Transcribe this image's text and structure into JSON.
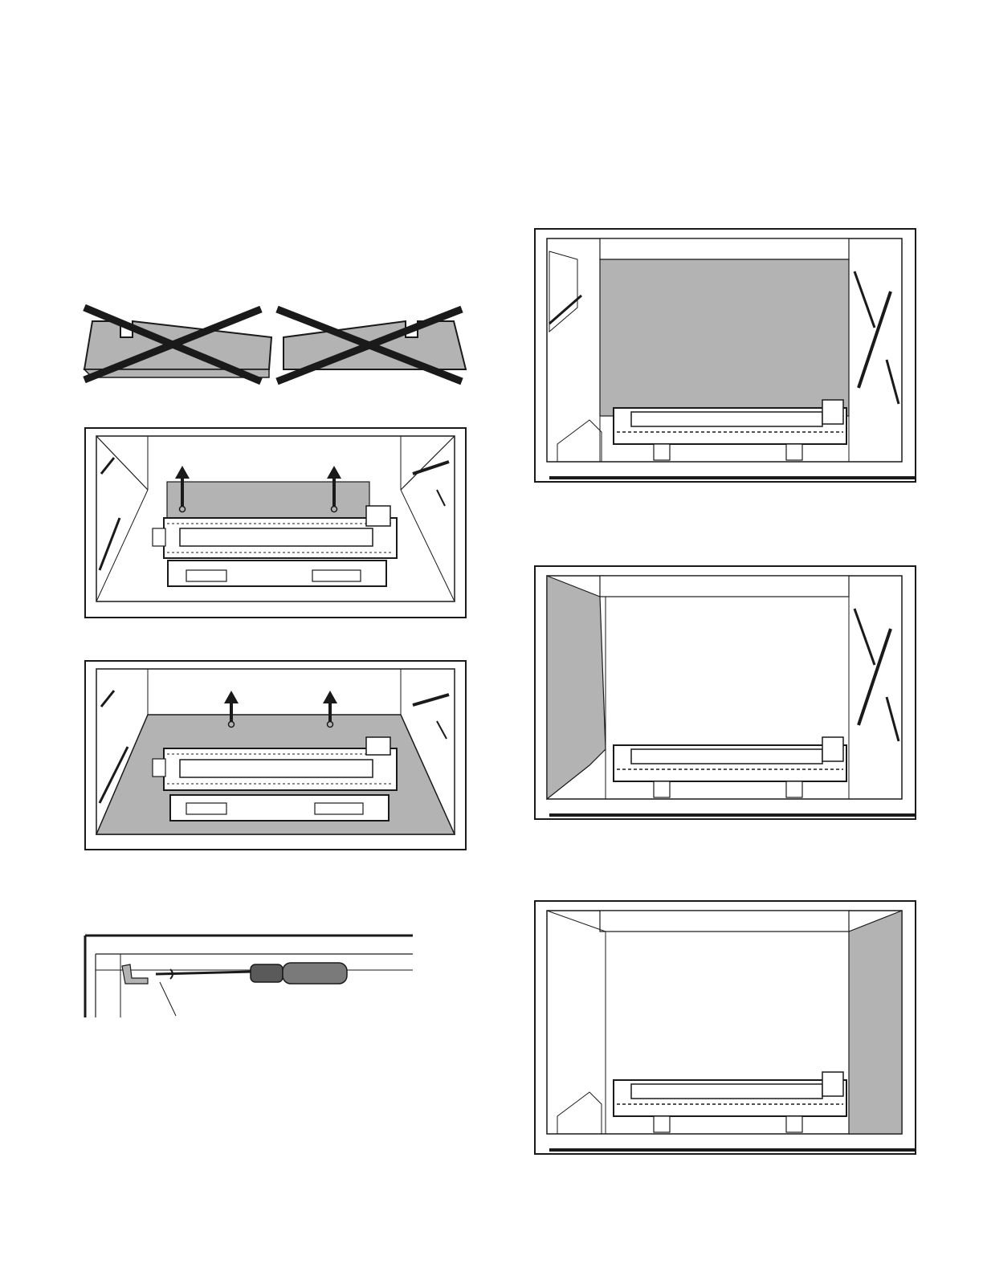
{
  "document": {
    "figures": [
      {
        "id": "panel-orientation",
        "icon": "crossed-out-panel-icon"
      },
      {
        "id": "burner-glass-removal",
        "icon": "up-arrow-icon"
      },
      {
        "id": "floor-panel-removal",
        "icon": "up-arrow-icon"
      },
      {
        "id": "screw-detail",
        "icon": "screwdriver-icon"
      },
      {
        "id": "rear-panel-installed"
      },
      {
        "id": "left-panel-installed"
      },
      {
        "id": "right-panel-installed"
      }
    ]
  },
  "colors": {
    "line": "#1a1a1a",
    "panel_fill": "#b3b3b3",
    "background": "#ffffff"
  }
}
